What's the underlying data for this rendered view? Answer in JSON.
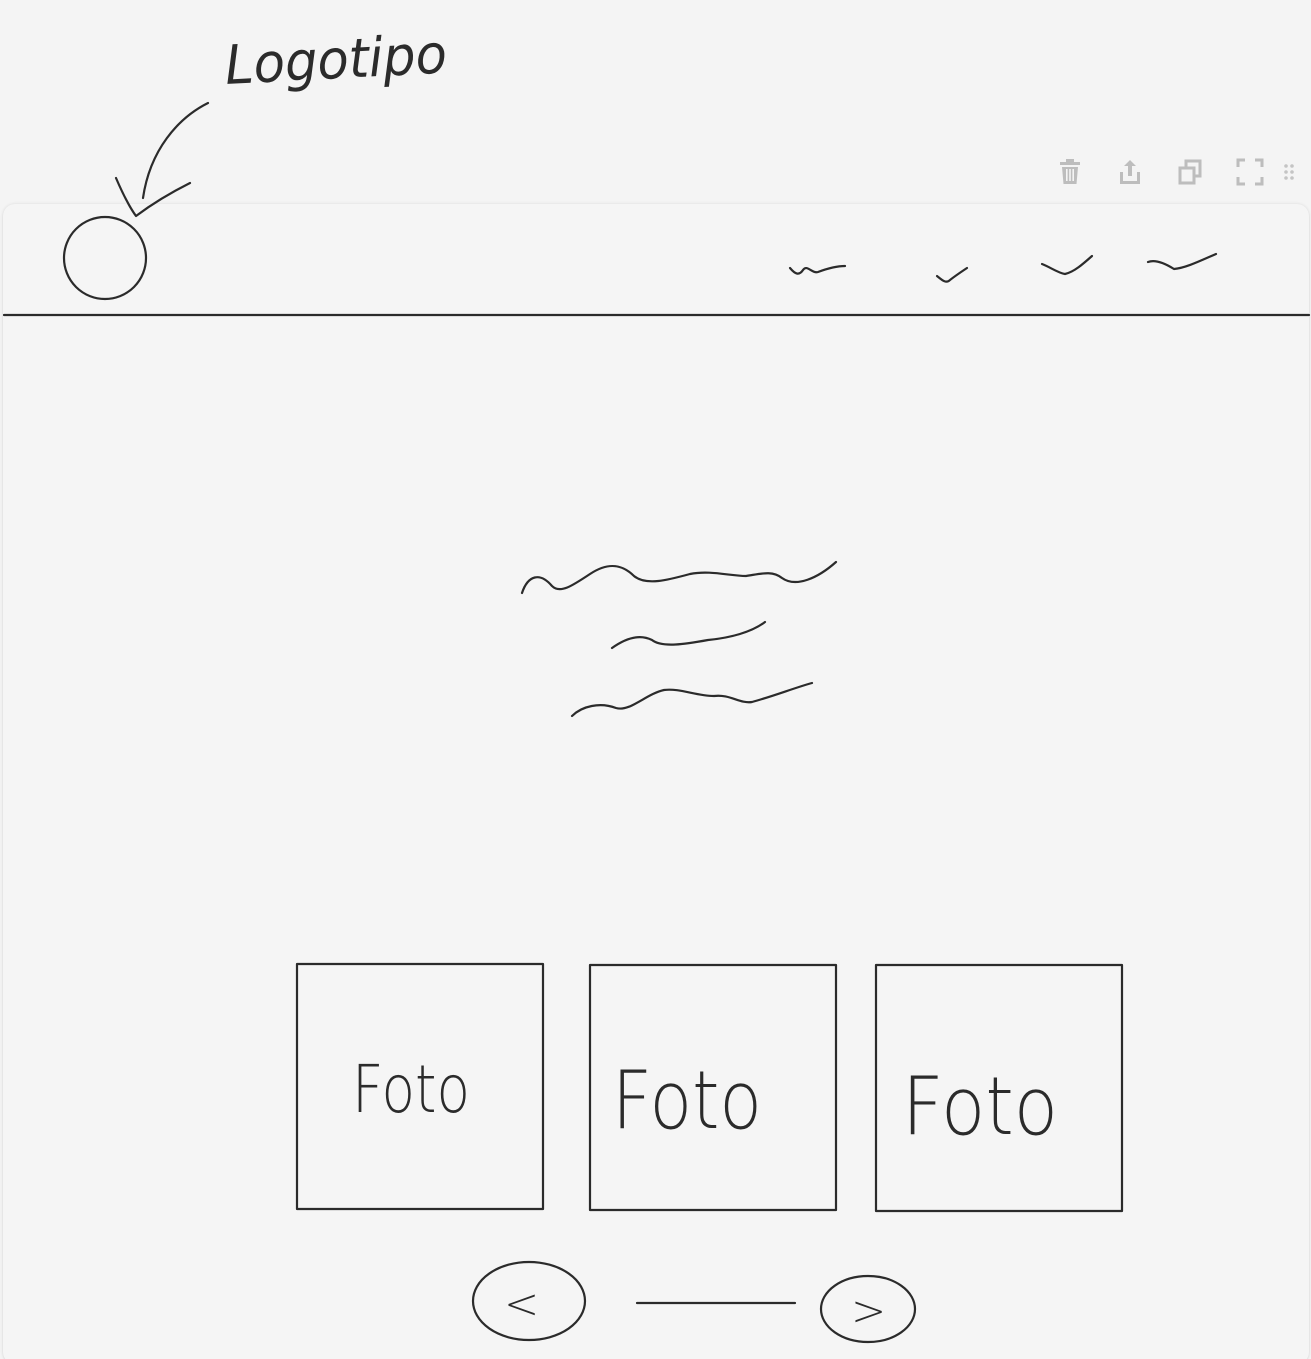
{
  "annotation": {
    "logo_label": "Logotipo"
  },
  "toolbar": {
    "icons": [
      "trash-icon",
      "share-icon",
      "duplicate-icon",
      "fullscreen-icon",
      "drag-handle-icon"
    ],
    "icon_color": "#b9b9b9"
  },
  "gallery": {
    "photo_labels": [
      "Foto",
      "Foto",
      "Foto"
    ]
  },
  "pagination": {
    "prev_label": "<",
    "next_label": ">"
  },
  "colors": {
    "background": "#f4f4f4",
    "stroke": "#2b2b2b"
  }
}
